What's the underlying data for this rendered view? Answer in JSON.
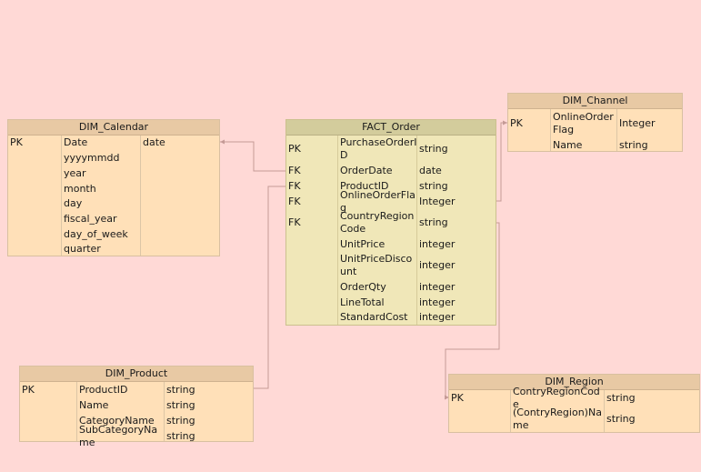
{
  "tables": {
    "dim_calendar": {
      "title": "DIM_Calendar",
      "rows": [
        {
          "key": "PK",
          "name": "Date",
          "type": "date"
        },
        {
          "key": "",
          "name": "yyyymmdd",
          "type": ""
        },
        {
          "key": "",
          "name": "year",
          "type": ""
        },
        {
          "key": "",
          "name": "month",
          "type": ""
        },
        {
          "key": "",
          "name": "day",
          "type": ""
        },
        {
          "key": "",
          "name": "fiscal_year",
          "type": ""
        },
        {
          "key": "",
          "name": "day_of_week",
          "type": ""
        },
        {
          "key": "",
          "name": "quarter",
          "type": ""
        }
      ]
    },
    "fact_order": {
      "title": "FACT_Order",
      "rows": [
        {
          "key": "PK",
          "name": "PurchaseOrderID",
          "type": "string"
        },
        {
          "key": "FK",
          "name": "OrderDate",
          "type": "date"
        },
        {
          "key": "FK",
          "name": "ProductID",
          "type": "string"
        },
        {
          "key": "FK",
          "name": "OnlineOrderFlag",
          "type": "Integer"
        },
        {
          "key": "FK",
          "name": "CountryRegionCode",
          "type": "string"
        },
        {
          "key": "",
          "name": "UnitPrice",
          "type": "integer"
        },
        {
          "key": "",
          "name": "UnitPriceDiscount",
          "type": "integer"
        },
        {
          "key": "",
          "name": "OrderQty",
          "type": "integer"
        },
        {
          "key": "",
          "name": "LineTotal",
          "type": "integer"
        },
        {
          "key": "",
          "name": "StandardCost",
          "type": "integer"
        }
      ]
    },
    "dim_channel": {
      "title": "DIM_Channel",
      "rows": [
        {
          "key": "PK",
          "name": "OnlineOrderFlag",
          "type": "Integer"
        },
        {
          "key": "",
          "name": "Name",
          "type": "string"
        }
      ]
    },
    "dim_product": {
      "title": "DIM_Product",
      "rows": [
        {
          "key": "PK",
          "name": "ProductID",
          "type": "string"
        },
        {
          "key": "",
          "name": "Name",
          "type": "string"
        },
        {
          "key": "",
          "name": "CategoryName",
          "type": "string"
        },
        {
          "key": "",
          "name": "SubCategoryName",
          "type": "string"
        }
      ]
    },
    "dim_region": {
      "title": "DIM_Region",
      "rows": [
        {
          "key": "PK",
          "name": "ContryRegionCode",
          "type": "string"
        },
        {
          "key": "",
          "name": "(ContryRegion)Name",
          "type": "string"
        }
      ]
    }
  },
  "colors": {
    "background": "#ffd9d6",
    "dim_fill": "#ffe0b8",
    "dim_header": "#e8c9a4",
    "fact_fill": "#f0e7b8",
    "fact_header": "#d3cc9c",
    "connector": "#c49a96"
  }
}
